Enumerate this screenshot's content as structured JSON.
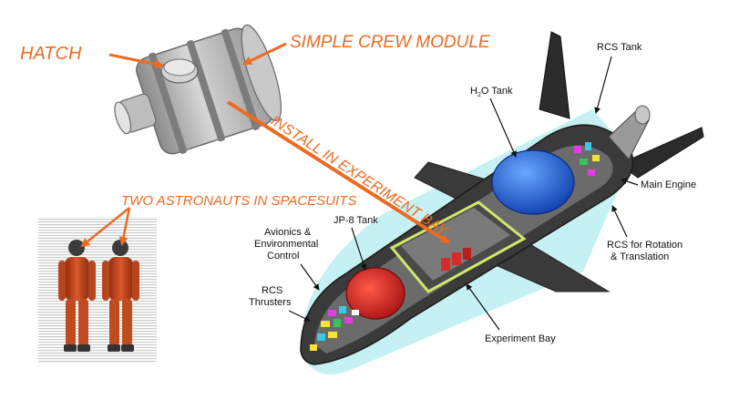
{
  "callouts": {
    "hatch": "HATCH",
    "crew_module": "SIMPLE CREW MODULE",
    "install": "INSTALL IN  EXPERIMENT BAY",
    "astronauts": "TWO ASTRONAUTS IN SPACESUITS"
  },
  "labels": {
    "h2o_tank_pre": "H",
    "h2o_tank_sub": "2",
    "h2o_tank_post": "O Tank",
    "rcs_tank": "RCS Tank",
    "main_engine": "Main Engine",
    "rcs_rotation_line1": "RCS for Rotation",
    "rcs_rotation_line2": "& Translation",
    "jp8_tank": "JP-8 Tank",
    "avionics_line1": "Avionics &",
    "avionics_line2": "Environmental",
    "avionics_line3": "Control",
    "rcs_thrusters_line1": "RCS",
    "rcs_thrusters_line2": "Thrusters",
    "experiment_bay": "Experiment Bay"
  },
  "colors": {
    "callout_orange": "#ee6a21",
    "arrow_orange": "#ee6a21",
    "module_gray": "#b9b9b9",
    "suit_orange": "#c8481e",
    "h2o_tank_blue": "#1f5fd6",
    "jp8_tank_red": "#d32020",
    "bay_green": "#cfe86a",
    "hull_dark": "#2e2e2e"
  }
}
